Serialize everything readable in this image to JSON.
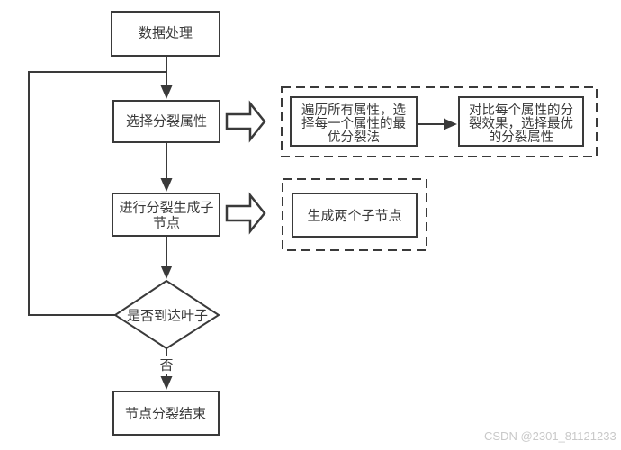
{
  "diagram": {
    "title_hint": "decision-tree node splitting flowchart",
    "colors": {
      "stroke": "#3a3a3a",
      "background": "#ffffff",
      "watermark": "#c9c9c9"
    },
    "nodes": {
      "data_processing": {
        "label": "数据处理"
      },
      "select_attribute": {
        "label": "选择分裂属性"
      },
      "split_generate": {
        "lines": [
          "进行分裂生成子",
          "节点"
        ]
      },
      "leaf_decision": {
        "label": "是否到达叶子"
      },
      "split_end": {
        "label": "节点分裂结束"
      },
      "traverse_detail": {
        "lines": [
          "遍历所有属性，选",
          "择每一个属性的最",
          "优分裂法"
        ]
      },
      "compare_detail": {
        "lines": [
          "对比每个属性的分",
          "裂效果，选择最优",
          "的分裂属性"
        ]
      },
      "generate_detail": {
        "label": "生成两个子节点"
      }
    },
    "edge_labels": {
      "no": "否"
    }
  },
  "watermark": {
    "text": "CSDN @2301_81121233"
  }
}
